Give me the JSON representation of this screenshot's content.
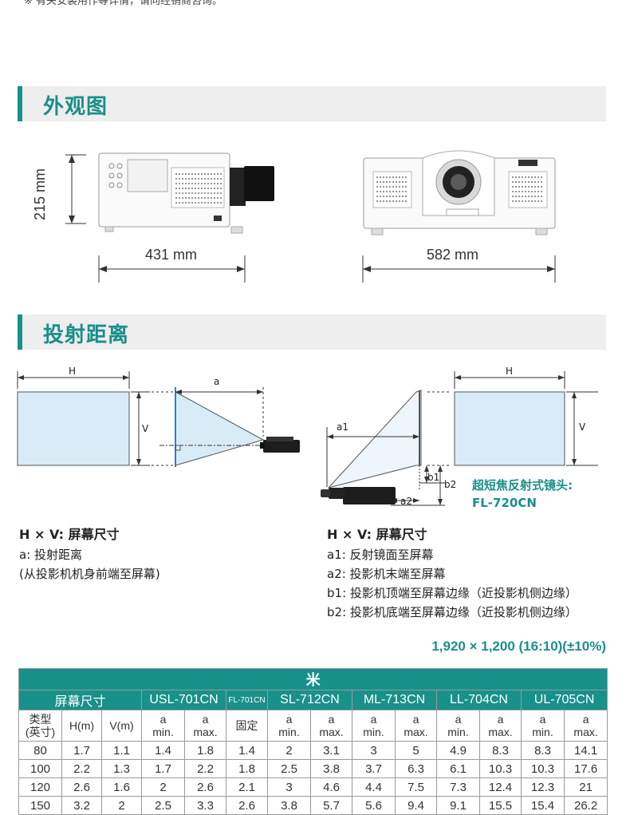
{
  "top_note": "※ 有关安装用作等详情，请向经销商咨询。",
  "sections": {
    "exterior": "外观图",
    "throw": "投射距离"
  },
  "dimensions": {
    "height": "215 mm",
    "depth": "431 mm",
    "width": "582 mm"
  },
  "diagram_left": {
    "h": "H",
    "v": "V",
    "a": "a",
    "legend_title": "H × V:  屏幕尺寸",
    "items": [
      "a: 投射距离",
      "(从投影机机身前端至屏幕)"
    ]
  },
  "diagram_right": {
    "h": "H",
    "v": "V",
    "a1": "a1",
    "a2": "a2",
    "b1": "b1",
    "b2": "b2",
    "lens_note_1": "超短焦反射式镜头:",
    "lens_note_2": "FL-720CN",
    "legend_title": "H × V:  屏幕尺寸",
    "items": [
      "a1: 反射镜面至屏幕",
      "a2: 投影机末端至屏幕",
      "b1: 投影机顶端至屏幕边缘（近投影机侧边缘）",
      "b2: 投影机底端至屏幕边缘（近投影机侧边缘）"
    ]
  },
  "resolution": "1,920 × 1,200 (16:10)(±10%)",
  "table": {
    "unit": "米",
    "screen_size": "屏幕尺寸",
    "models": [
      "USL-701CN",
      "FL-701CN",
      "SL-712CN",
      "ML-713CN",
      "LL-704CN",
      "UL-705CN"
    ],
    "sub": {
      "type_1": "类型",
      "type_2": "(英寸)",
      "h": "H(m)",
      "v": "V(m)",
      "a": "a",
      "min": "min.",
      "max": "max.",
      "fixed": "固定"
    },
    "rows": [
      [
        "80",
        "1.7",
        "1.1",
        "1.4",
        "1.8",
        "1.4",
        "2",
        "3.1",
        "3",
        "5",
        "4.9",
        "8.3",
        "8.3",
        "14.1"
      ],
      [
        "100",
        "2.2",
        "1.3",
        "1.7",
        "2.2",
        "1.8",
        "2.5",
        "3.8",
        "3.7",
        "6.3",
        "6.1",
        "10.3",
        "10.3",
        "17.6"
      ],
      [
        "120",
        "2.6",
        "1.6",
        "2",
        "2.6",
        "2.1",
        "3",
        "4.6",
        "4.4",
        "7.5",
        "7.3",
        "12.4",
        "12.3",
        "21"
      ],
      [
        "150",
        "3.2",
        "2",
        "2.5",
        "3.3",
        "2.6",
        "3.8",
        "5.7",
        "5.6",
        "9.4",
        "9.1",
        "15.5",
        "15.4",
        "26.2"
      ]
    ]
  },
  "colors": {
    "accent": "#18918a",
    "screen_fill": "#d8ecf8"
  }
}
